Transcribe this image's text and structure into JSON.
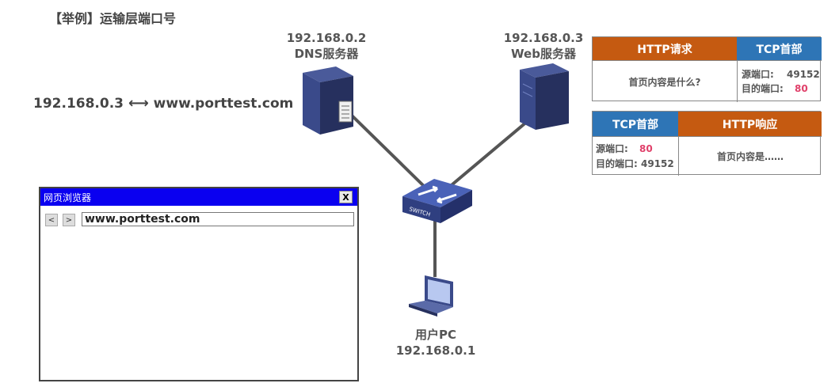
{
  "title": "【举例】运输层端口号",
  "dns_server": {
    "ip": "192.168.0.2",
    "name": "DNS服务器"
  },
  "web_server": {
    "ip": "192.168.0.3",
    "name": "Web服务器"
  },
  "user_pc": {
    "name": "用户PC",
    "ip": "192.168.0.1"
  },
  "switch_label": "SWITCH",
  "mapping": {
    "ip": "192.168.0.3",
    "arrow": "⟷",
    "domain": "www.porttest.com"
  },
  "request": {
    "http_header": "HTTP请求",
    "tcp_header": "TCP首部",
    "http_content": "首页内容是什么?",
    "src_label": "源端口:",
    "src_port": "49152",
    "dst_label": "目的端口:",
    "dst_port": "80"
  },
  "response": {
    "tcp_header": "TCP首部",
    "http_header": "HTTP响应",
    "src_label": "源端口:",
    "src_port": "80",
    "dst_label": "目的端口:",
    "dst_port": "49152",
    "http_content": "首页内容是……"
  },
  "browser": {
    "title": "网页浏览器",
    "close": "X",
    "back": "<",
    "forward": ">",
    "url": "www.porttest.com"
  },
  "colors": {
    "http": "#c55a11",
    "tcp": "#2e75b6",
    "port_highlight": "#e0406a",
    "browser_bar": "#0a00f0"
  }
}
